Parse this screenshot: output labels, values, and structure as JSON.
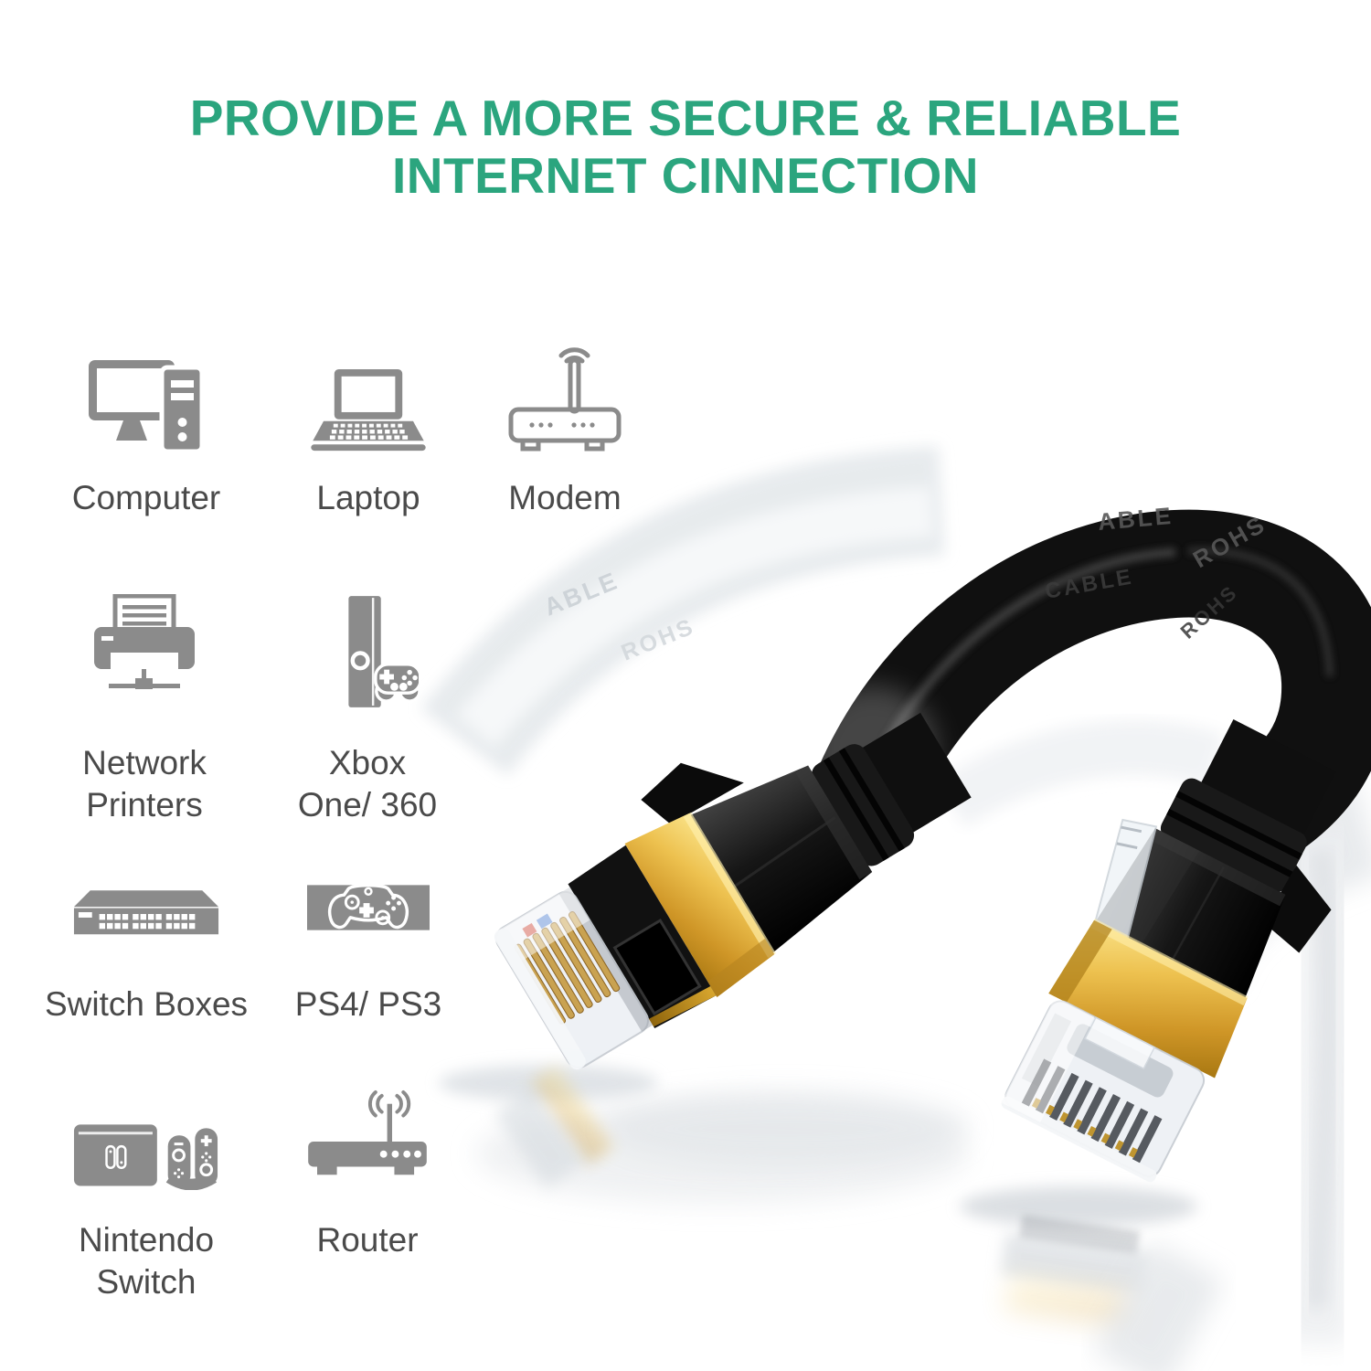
{
  "title": {
    "line1": "PROVIDE A MORE SECURE & RELIABLE",
    "line2": "INTERNET CINNECTION"
  },
  "theme": {
    "title_color": "#2BA57E",
    "icon_color": "#8B8B8B",
    "label_color": "#4A4A4A",
    "background": "#FFFFFF",
    "cable_color": "#101010",
    "gold_color": "#E3B23C"
  },
  "devices": [
    {
      "id": "computer",
      "label": "Computer",
      "icon": "desktop-computer-icon"
    },
    {
      "id": "laptop",
      "label": "Laptop",
      "icon": "laptop-icon"
    },
    {
      "id": "modem",
      "label": "Modem",
      "icon": "modem-icon"
    },
    {
      "id": "network-printers",
      "label": "Network\nPrinters",
      "icon": "network-printer-icon"
    },
    {
      "id": "xbox",
      "label": "Xbox\nOne/ 360",
      "icon": "xbox-console-icon"
    },
    {
      "id": "switch-boxes",
      "label": "Switch Boxes",
      "icon": "network-switch-icon"
    },
    {
      "id": "ps4-ps3",
      "label": "PS4/ PS3",
      "icon": "playstation-controller-icon"
    },
    {
      "id": "nintendo-switch",
      "label": "Nintendo\nSwitch",
      "icon": "nintendo-switch-icon"
    },
    {
      "id": "router",
      "label": "Router",
      "icon": "wifi-router-icon"
    }
  ],
  "photo": {
    "cable_markings": {
      "m1": "ABLE",
      "m2": "ROHS",
      "m3": "CABLE",
      "m4": "ROHS"
    }
  }
}
